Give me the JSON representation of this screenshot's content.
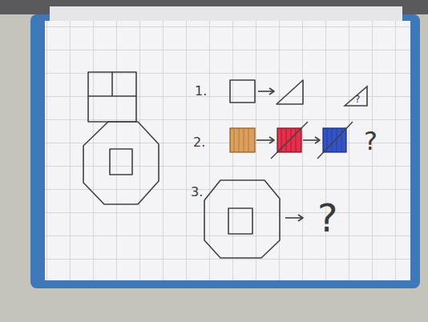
{
  "diagram": {
    "nodes": [
      {
        "text": [
          "?"
        ]
      }
    ],
    "labels": [
      "1.",
      "2.",
      "3.",
      "?",
      "?"
    ]
  }
}
